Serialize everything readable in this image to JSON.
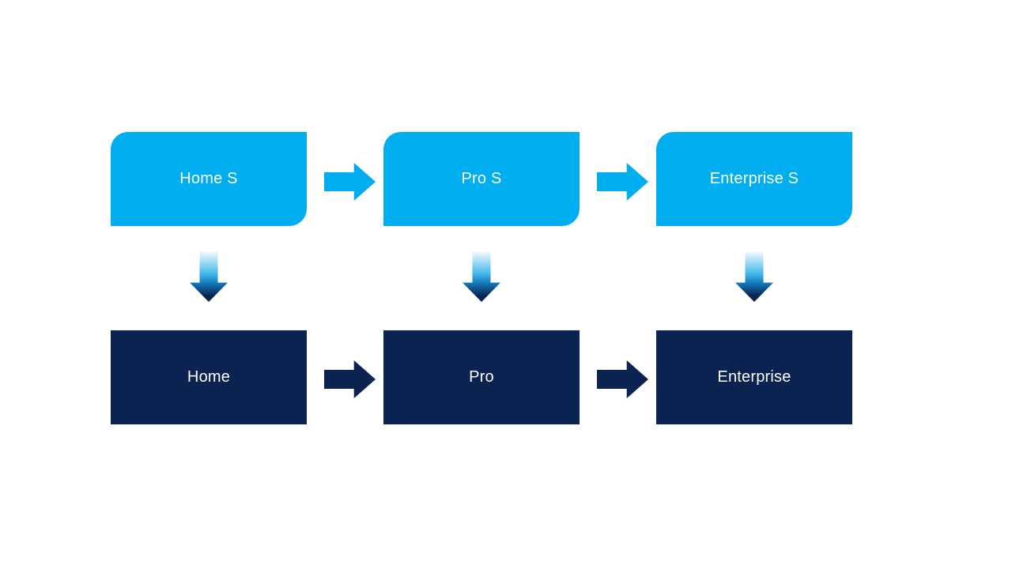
{
  "diagram": {
    "type": "process-flow",
    "background": "#ffffff",
    "colors": {
      "light_blue": "#00AEEF",
      "dark_navy": "#0A2351",
      "label_text": "#ffffff"
    },
    "top_row": [
      "Home S",
      "Pro S",
      "Enterprise S"
    ],
    "bottom_row": [
      "Home",
      "Pro",
      "Enterprise"
    ],
    "connections": {
      "horizontal_top": "light-blue right arrows between top boxes",
      "horizontal_bottom": "navy right arrows between bottom boxes",
      "vertical": "gradient down arrows from each top box to bottom box"
    }
  }
}
